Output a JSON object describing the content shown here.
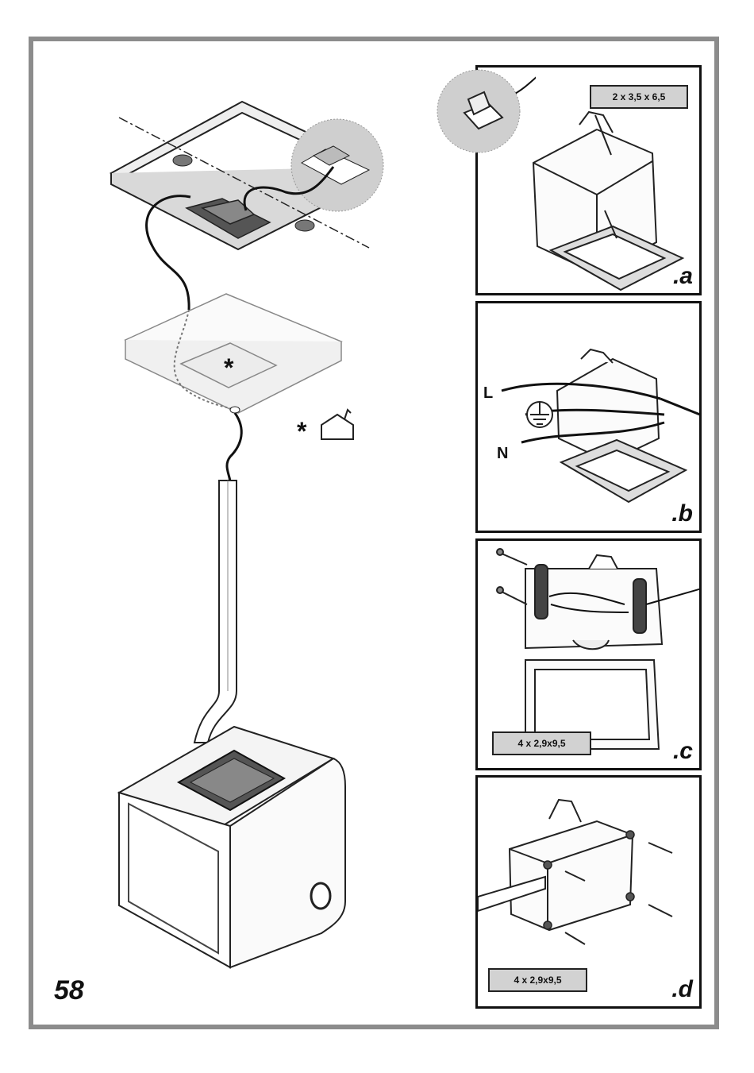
{
  "page": {
    "number": "58"
  },
  "main_figure": {
    "note_marker": "*",
    "legend_marker": "*",
    "legend_icon": "house-wiring-icon"
  },
  "steps": [
    {
      "label": ".a",
      "spec": "2 x 3,5 x 6,5"
    },
    {
      "label": ".b",
      "wire_labels": {
        "line": "L",
        "neutral": "N"
      },
      "icon": "earth-ground-icon"
    },
    {
      "label": ".c",
      "spec": "4 x 2,9x9,5"
    },
    {
      "label": ".d",
      "spec": "4 x 2,9x9,5"
    }
  ]
}
